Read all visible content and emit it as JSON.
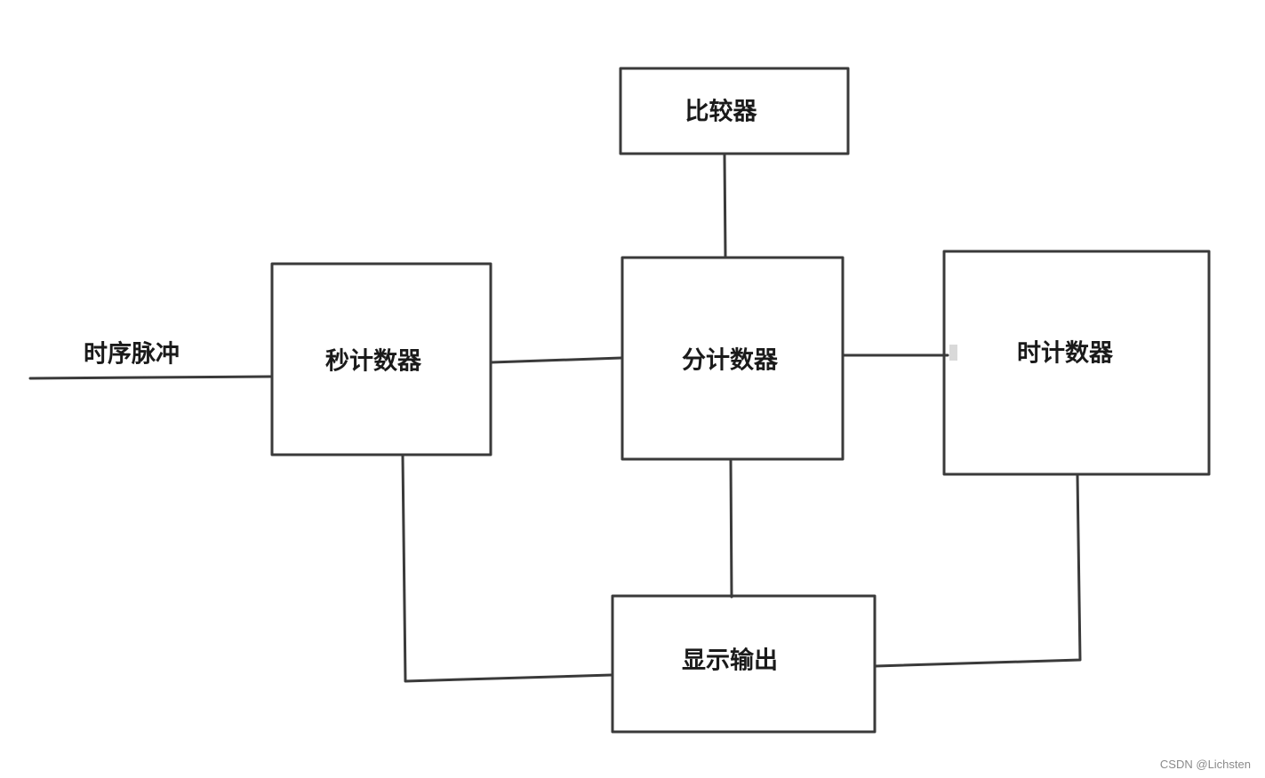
{
  "diagram": {
    "input_label": "时序脉冲",
    "nodes": {
      "comparator": "比较器",
      "second_counter": "秒计数器",
      "minute_counter": "分计数器",
      "hour_counter": "时计数器",
      "display_output": "显示输出"
    }
  },
  "watermark": "CSDN @Lichsten",
  "colors": {
    "line": "#3a3a3a",
    "text": "#1a1a1a",
    "background": "#ffffff"
  }
}
